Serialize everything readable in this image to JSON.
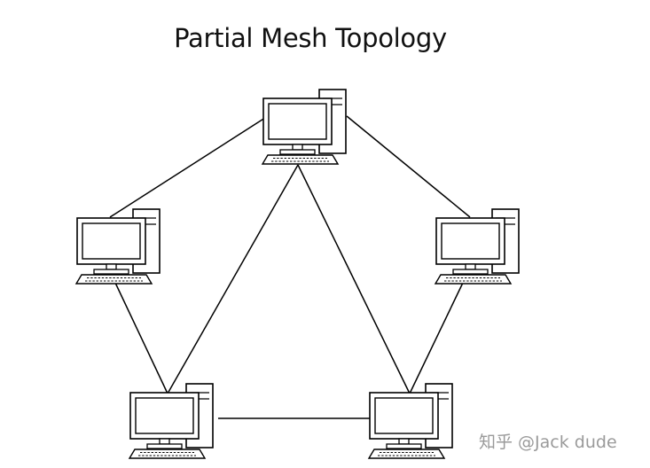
{
  "title": "Partial Mesh Topology",
  "watermark": "知乎 @Jack dude",
  "nodes": [
    {
      "id": "top"
    },
    {
      "id": "left"
    },
    {
      "id": "right"
    },
    {
      "id": "bottom-left"
    },
    {
      "id": "bottom-right"
    }
  ],
  "links": [
    [
      "top",
      "left"
    ],
    [
      "top",
      "right"
    ],
    [
      "top",
      "bottom-left"
    ],
    [
      "top",
      "bottom-right"
    ],
    [
      "left",
      "bottom-left"
    ],
    [
      "right",
      "bottom-right"
    ],
    [
      "bottom-left",
      "bottom-right"
    ]
  ]
}
